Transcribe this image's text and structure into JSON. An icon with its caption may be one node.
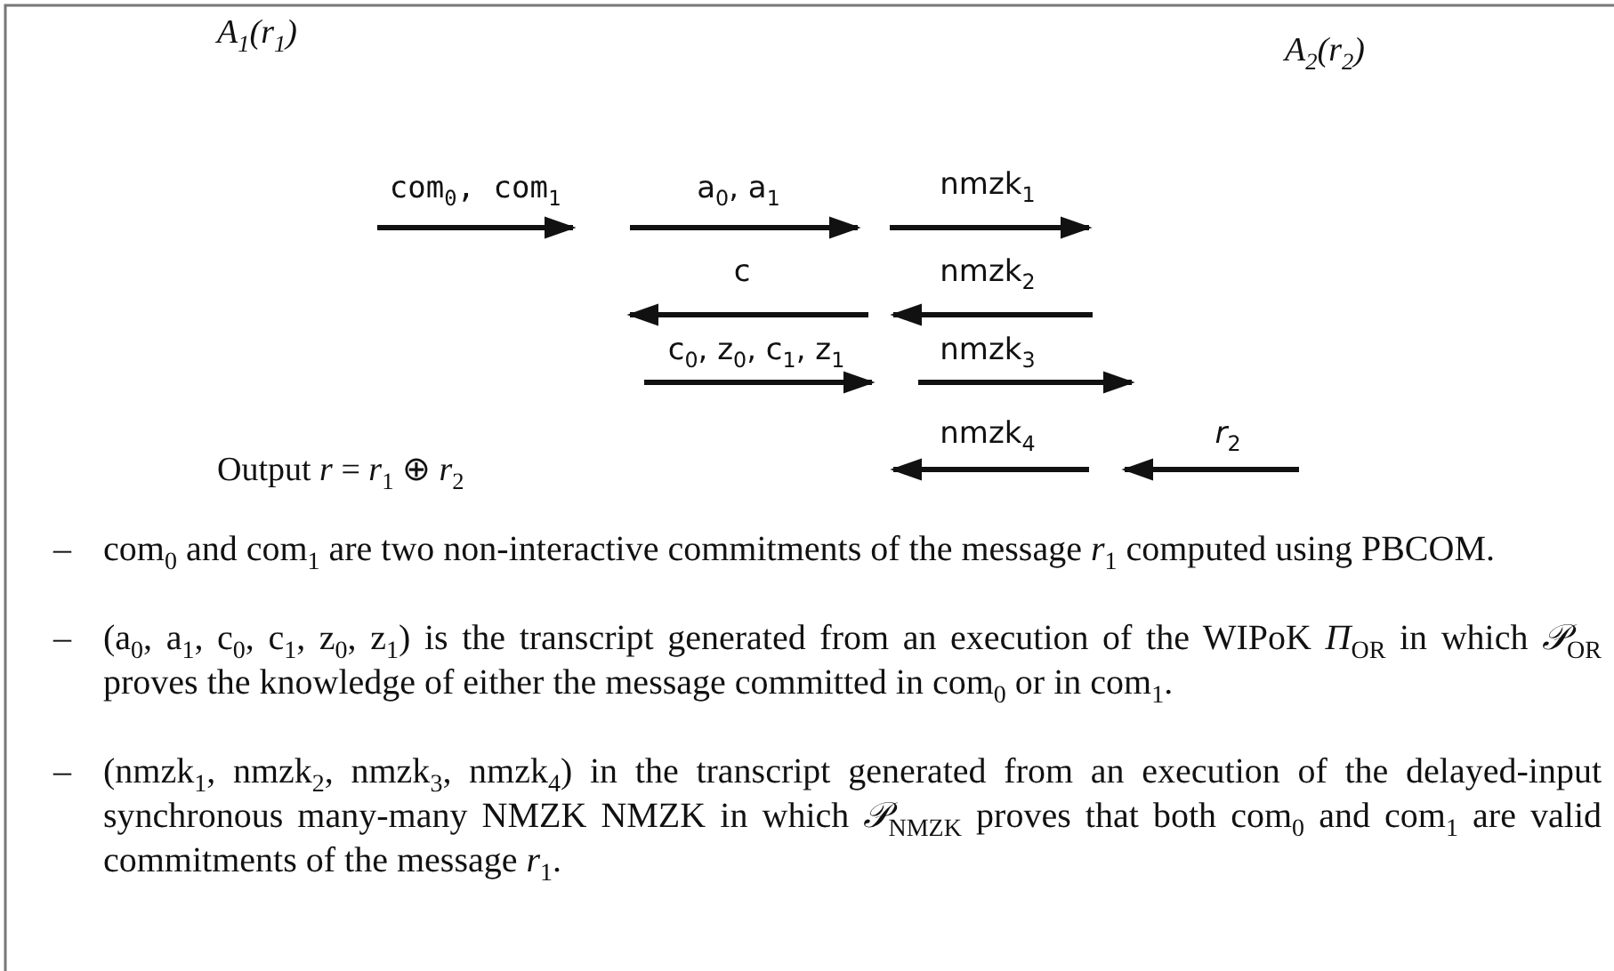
{
  "diagram": {
    "nodes": [
      {
        "text": [
          "A$_{1}$(r$_{1}$)"
        ]
      },
      {
        "text": [
          "A$_{2}$(r$_{2}$)"
        ]
      },
      {
        "text": [
          "Output *r* = *r*$_{1}$ ⊕ *r*$_{2}$"
        ]
      }
    ],
    "labels": [
      "com$_{0}$, com$_{1}$",
      "a$_{0}$, a$_{1}$",
      "nmzk$_{1}$",
      "c",
      "nmzk$_{2}$",
      "c$_{0}$, z$_{0}$, c$_{1}$, z$_{1}$",
      "nmzk$_{3}$",
      "nmzk$_{4}$",
      "*r*$_{2}$",
      "–",
      "com$_{0}$ and com$_{1}$ are two non-interactive commitments of the message *r*$_{1}$ computed using PBCOM.",
      "–",
      "(a$_{0}$, a$_{1}$, c$_{0}$, c$_{1}$, z$_{0}$, z$_{1}$) is the transcript generated from an execution of the WIPoK *Π*$_{OR}$ in which *𝒫*$_{OR}$ proves the knowledge of either the message committed in com$_{0}$ or in com$_{1}$.",
      "–",
      "(nmzk$_{1}$, nmzk$_{2}$, nmzk$_{3}$, nmzk$_{4}$) in the transcript generated from an execution of the delayed-input synchronous many-many NMZK NMZK in which *𝒫*$_{NMZK}$ proves that both com$_{0}$ and com$_{1}$ are valid commitments of the message *r*$_{1}$."
    ]
  }
}
